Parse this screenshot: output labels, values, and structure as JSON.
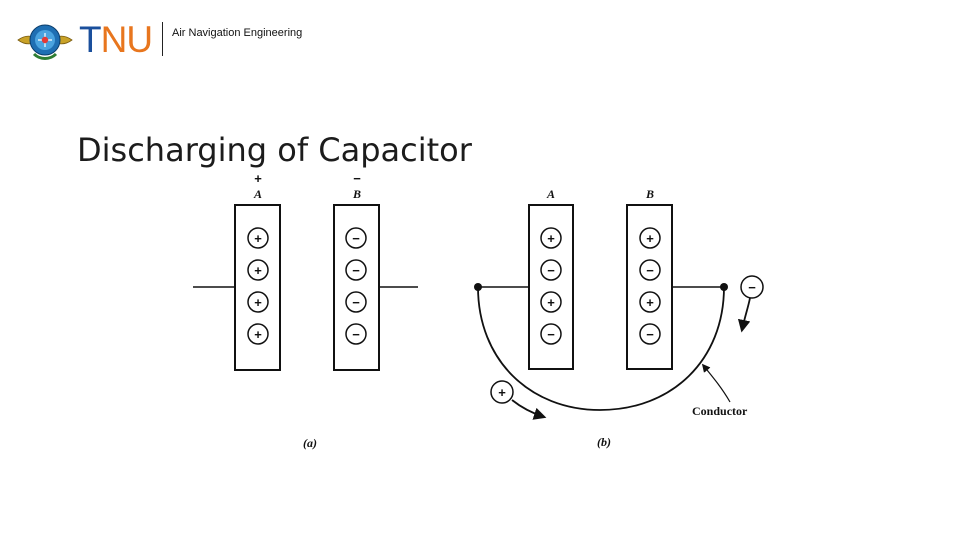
{
  "header": {
    "logo_icon": "tnu-emblem-icon",
    "brand_t": "T",
    "brand_nu": "NU",
    "department": "Air Navigation Engineering"
  },
  "slide": {
    "title": "Discharging of Capacitor"
  },
  "diagram": {
    "a": {
      "plate_a_label": "A",
      "plate_a_polarity": "+",
      "plate_b_label": "B",
      "plate_b_polarity": "−",
      "plate_a_charges": [
        "+",
        "+",
        "+",
        "+"
      ],
      "plate_b_charges": [
        "−",
        "−",
        "−",
        "−"
      ],
      "caption": "(a)"
    },
    "b": {
      "plate_a_label": "A",
      "plate_b_label": "B",
      "plate_a_charges": [
        "+",
        "−",
        "+",
        "−"
      ],
      "plate_b_charges": [
        "+",
        "−",
        "+",
        "−"
      ],
      "positive_carrier": "+",
      "negative_carrier": "−",
      "conductor_label": "Conductor",
      "caption": "(b)"
    }
  }
}
